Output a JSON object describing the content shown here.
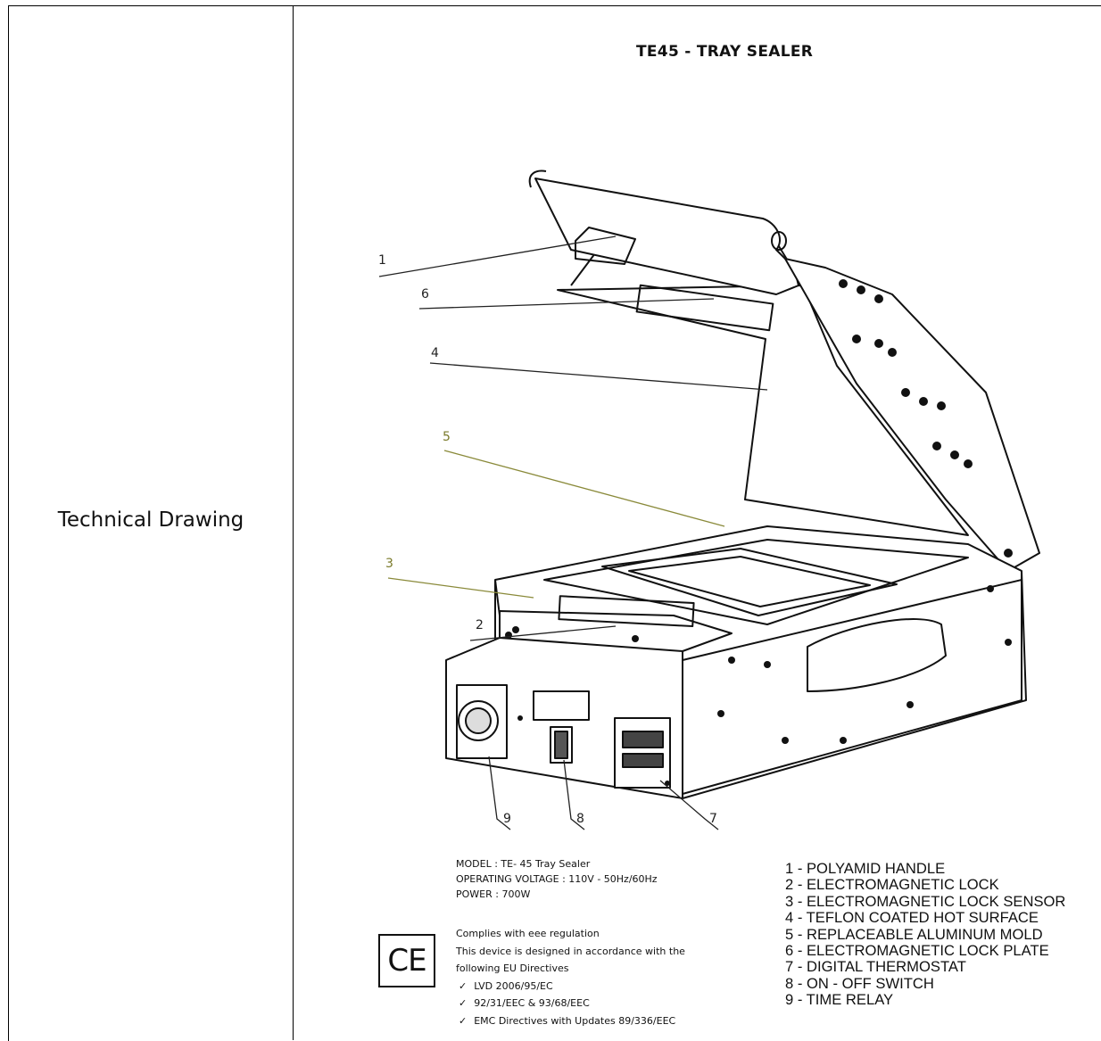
{
  "left_cell": {
    "label": "Technical Drawing"
  },
  "drawing": {
    "title": "TE45 - TRAY SEALER",
    "callouts": [
      "1",
      "6",
      "4",
      "5",
      "3",
      "2",
      "9",
      "8",
      "7"
    ]
  },
  "spec": {
    "model": "MODEL : TE- 45 Tray Sealer",
    "voltage": "OPERATING VOLTAGE : 110V - 50Hz/60Hz",
    "power": "POWER : 700W"
  },
  "compliance": {
    "heading": "Complies with eee regulation",
    "line1": "This device is designed in accordance with the",
    "line2": "following EU Directives",
    "items": [
      "LVD 2006/95/EC",
      "92/31/EEC & 93/68/EEC",
      "EMC Directives with Updates 89/336/EEC"
    ],
    "mark": "CE"
  },
  "legend": [
    "1 - POLYAMID HANDLE",
    "2 - ELECTROMAGNETIC LOCK",
    "3 - ELECTROMAGNETIC LOCK SENSOR",
    "4 - TEFLON COATED HOT SURFACE",
    "5 - REPLACEABLE ALUMINUM MOLD",
    "6 - ELECTROMAGNETIC LOCK PLATE",
    "7 - DIGITAL THERMOSTAT",
    "8 - ON - OFF SWITCH",
    "9 - TIME RELAY"
  ]
}
